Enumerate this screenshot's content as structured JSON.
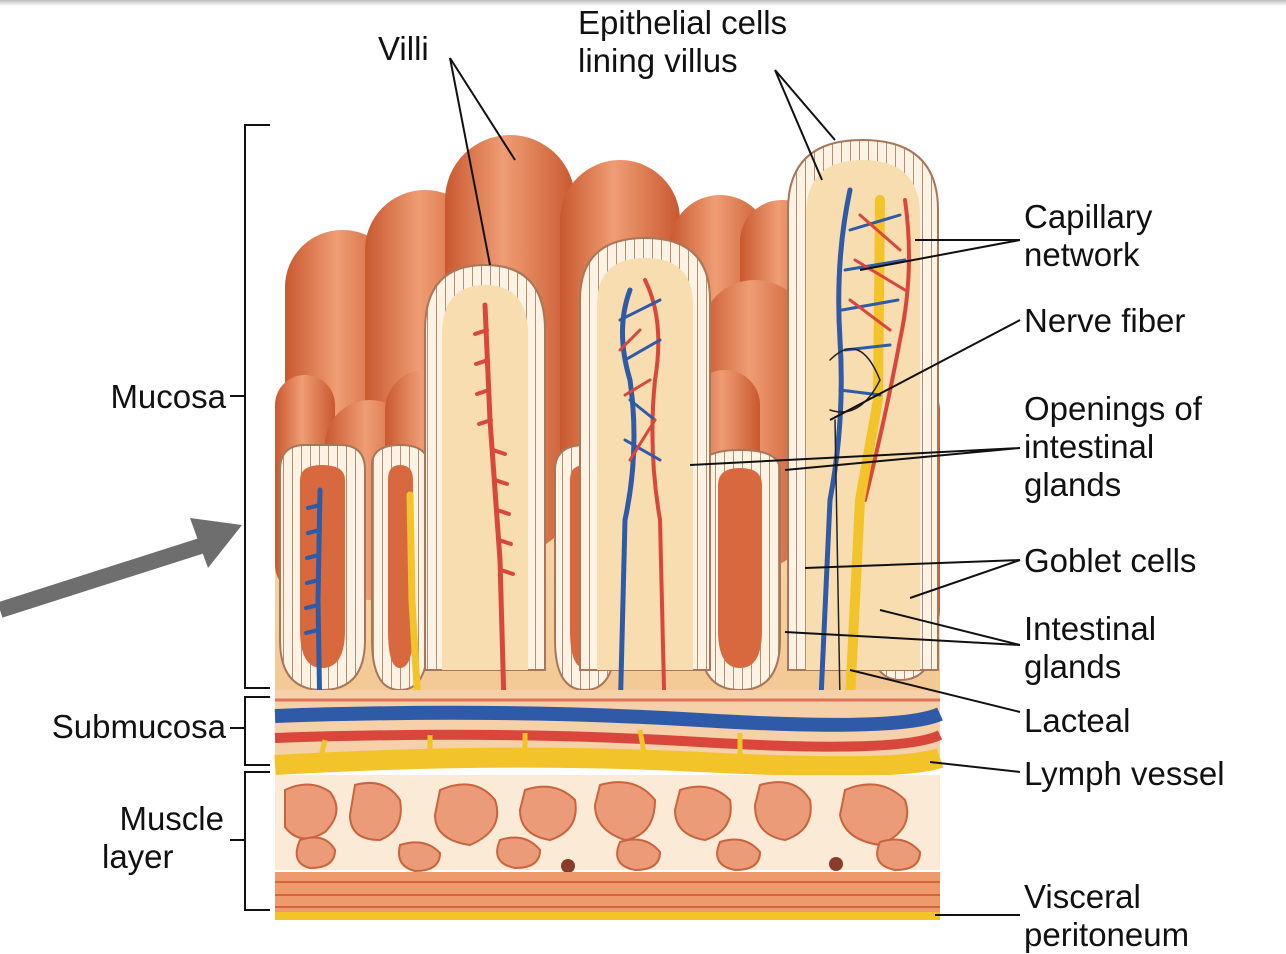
{
  "labels": {
    "villi": "Villi",
    "epithelial": [
      "Epithelial cells",
      "lining villus"
    ],
    "capillary": [
      "Capillary",
      "network"
    ],
    "nerve": "Nerve fiber",
    "openings": [
      "Openings of",
      "intestinal",
      "glands"
    ],
    "goblet": "Goblet cells",
    "intestinal_glands": [
      "Intestinal",
      "glands"
    ],
    "lacteal": "Lacteal",
    "lymph": "Lymph vessel",
    "visceral": [
      "Visceral",
      "peritoneum"
    ],
    "mucosa": "Mucosa",
    "submucosa": "Submucosa",
    "muscle": [
      "Muscle",
      "layer"
    ]
  },
  "colors": {
    "villus_fill": "#e8845e",
    "villus_dark": "#c9582f",
    "lamina": "#f6d6a4",
    "epithelium": "#fdf3e4",
    "vein": "#2f5aa8",
    "artery": "#d9473c",
    "lymph": "#f2c42a",
    "muscle": "#ec9b78",
    "leader": "#111111",
    "arrow": "#6e6e6e"
  }
}
